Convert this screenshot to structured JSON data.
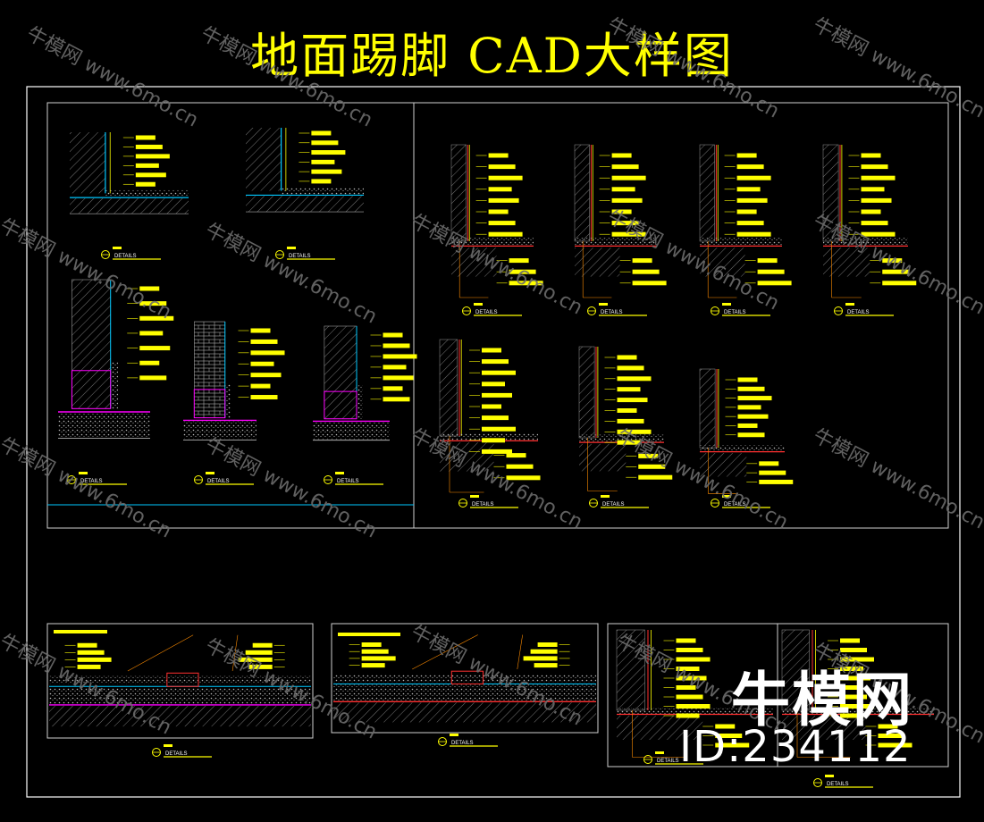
{
  "title": "地面踢脚 CAD大样图",
  "detail_label": "DETAILS",
  "watermark": {
    "brand": "牛模网",
    "site": "www.6mo.cn"
  },
  "brand": {
    "logo_text": "牛模网",
    "id_text": "ID:234112"
  },
  "colors": {
    "background": "#000000",
    "frame": "#ffffff",
    "annotation": "#ffff00",
    "leader": "#ff8c00",
    "slab": "#ff00ff",
    "floor_line": "#00c8ff",
    "wall_hatch": "#8a8a8a",
    "accent_red": "#ff3030",
    "accent_green": "#3cff3c"
  }
}
